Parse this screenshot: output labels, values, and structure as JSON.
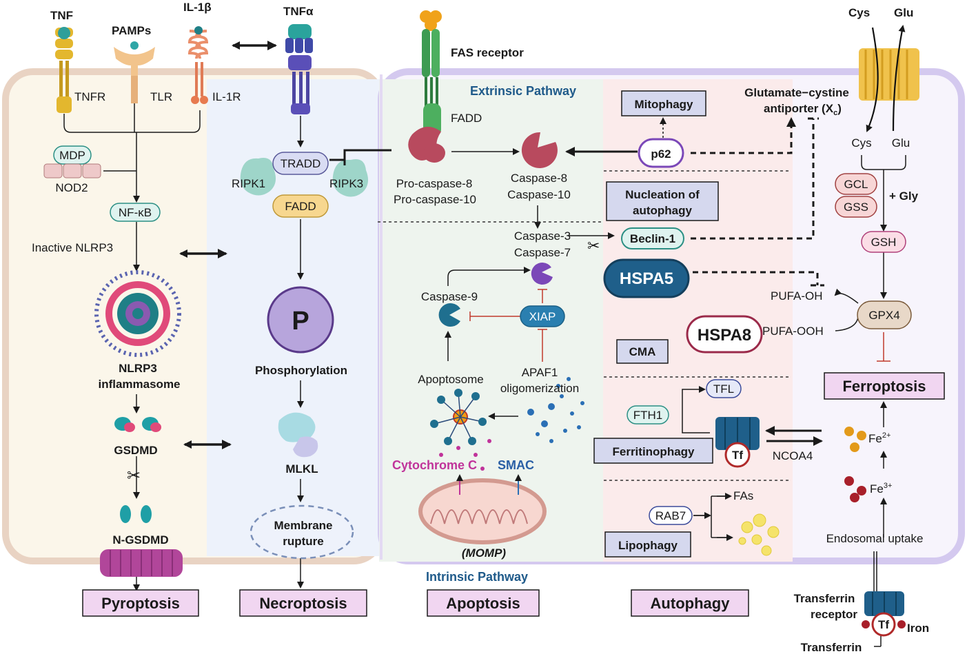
{
  "ligands": {
    "tnf": "TNF",
    "pamps": "PAMPs",
    "il1b": "IL-1β",
    "tnfa": "TNFα",
    "fas_receptor": "FAS receptor",
    "cys": "Cys",
    "glu": "Glu"
  },
  "receptors": {
    "tnfr": "TNFR",
    "tlr": "TLR",
    "il1r": "IL-1R",
    "fadd_fas": "FADD"
  },
  "pyroptosis": {
    "mdp": "MDP",
    "nod2": "NOD2",
    "nfkb": "NF-κB",
    "inactive_nlrp3": "Inactive NLRP3",
    "nlrp3_line1": "NLRP3",
    "nlrp3_line2": "inflammasome",
    "gsdmd": "GSDMD",
    "n_gsdmd": "N-GSDMD",
    "label": "Pyroptosis"
  },
  "necroptosis": {
    "tradd": "TRADD",
    "ripk1": "RIPK1",
    "ripk3": "RIPK3",
    "fadd": "FADD",
    "p_letter": "P",
    "phosphorylation": "Phosphorylation",
    "mlkl": "MLKL",
    "membrane_line1": "Membrane",
    "membrane_line2": "rupture",
    "label": "Necroptosis"
  },
  "apoptosis": {
    "extrinsic": "Extrinsic Pathway",
    "procasp_line1": "Pro-caspase-8",
    "procasp_line2": "Pro-caspase-10",
    "casp8_line1": "Caspase-8",
    "casp8_line2": "Caspase-10",
    "casp3_line1": "Caspase-3",
    "casp3_line2": "Caspase-7",
    "caspase9": "Caspase-9",
    "xiap": "XIAP",
    "apoptosome": "Apoptosome",
    "apaf1_line1": "APAF1",
    "apaf1_line2": "oligomerization",
    "cytochrome_c": "Cytochrome C",
    "smac": "SMAC",
    "momp": "(MOMP)",
    "intrinsic": "Intrinsic Pathway",
    "label": "Apoptosis"
  },
  "autophagy": {
    "mitophagy": "Mitophagy",
    "p62": "p62",
    "nucleation_line1": "Nucleation of",
    "nucleation_line2": "autophagy",
    "beclin1": "Beclin-1",
    "hspa5": "HSPA5",
    "hspa8": "HSPA8",
    "cma": "CMA",
    "tfl": "TFL",
    "fth1": "FTH1",
    "ferritinophagy": "Ferritinophagy",
    "tf": "Tf",
    "ncoa4": "NCOA4",
    "rab7": "RAB7",
    "fas_fatty": "FAs",
    "lipophagy": "Lipophagy",
    "label": "Autophagy"
  },
  "ferroptosis": {
    "antiporter_line1": "Glutamate−cystine",
    "antiporter_line2": "antiporter (X",
    "antiporter_sub": "c",
    "antiporter_end": ")",
    "cys_in": "Cys",
    "glu_in": "Glu",
    "gcl": "GCL",
    "gss": "GSS",
    "gly": "+ Gly",
    "gsh": "GSH",
    "pufa_oh": "PUFA-OH",
    "pufa_ooh": "PUFA-OOH",
    "gpx4": "GPX4",
    "label": "Ferroptosis",
    "fe2": "Fe",
    "fe2_sup": "2+",
    "fe3": "Fe",
    "fe3_sup": "3+",
    "endosomal": "Endosomal uptake",
    "tfr_line1": "Transferrin",
    "tfr_line2": "receptor",
    "tf": "Tf",
    "iron": "Iron",
    "transferrin": "Transferrin"
  }
}
